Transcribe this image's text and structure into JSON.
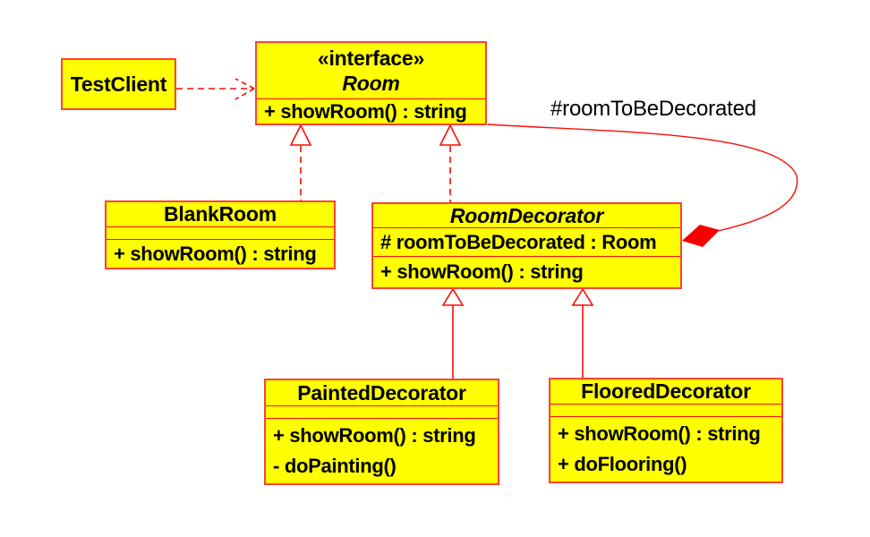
{
  "diagram": {
    "kind": "uml-class-diagram",
    "pattern": "Decorator"
  },
  "colors": {
    "node_fill": "#ffff00",
    "node_border": "#fb4234",
    "connector": "#f90d05",
    "diamond_fill": "#f60000",
    "text": "#000000",
    "background": "#ffffff"
  },
  "nodes": {
    "test_client": {
      "name": "TestClient"
    },
    "room": {
      "stereotype": "«interface»",
      "name": "Room",
      "operations": [
        "+ showRoom() : string"
      ]
    },
    "blank_room": {
      "name": "BlankRoom",
      "operations": [
        "+ showRoom() : string"
      ]
    },
    "room_decorator": {
      "name": "RoomDecorator",
      "attributes": [
        "# roomToBeDecorated : Room"
      ],
      "operations": [
        "+ showRoom() : string"
      ]
    },
    "painted_decorator": {
      "name": "PaintedDecorator",
      "operations": [
        "+ showRoom() : string",
        "- doPainting()"
      ]
    },
    "floored_decorator": {
      "name": "FlooredDecorator",
      "operations": [
        "+ showRoom() : string",
        "+ doFlooring()"
      ]
    }
  },
  "edges": {
    "composition_label": "#roomToBeDecorated",
    "relationships": [
      {
        "from": "TestClient",
        "to": "Room",
        "type": "dependency (dashed open arrow)"
      },
      {
        "from": "BlankRoom",
        "to": "Room",
        "type": "realization (dashed, hollow triangle)"
      },
      {
        "from": "RoomDecorator",
        "to": "Room",
        "type": "realization (dashed, hollow triangle)"
      },
      {
        "from": "PaintedDecorator",
        "to": "RoomDecorator",
        "type": "generalization (solid, hollow triangle)"
      },
      {
        "from": "FlooredDecorator",
        "to": "RoomDecorator",
        "type": "generalization (solid, hollow triangle)"
      },
      {
        "from": "RoomDecorator",
        "to": "Room",
        "type": "composition (filled diamond, curved)",
        "label": "#roomToBeDecorated"
      }
    ]
  }
}
